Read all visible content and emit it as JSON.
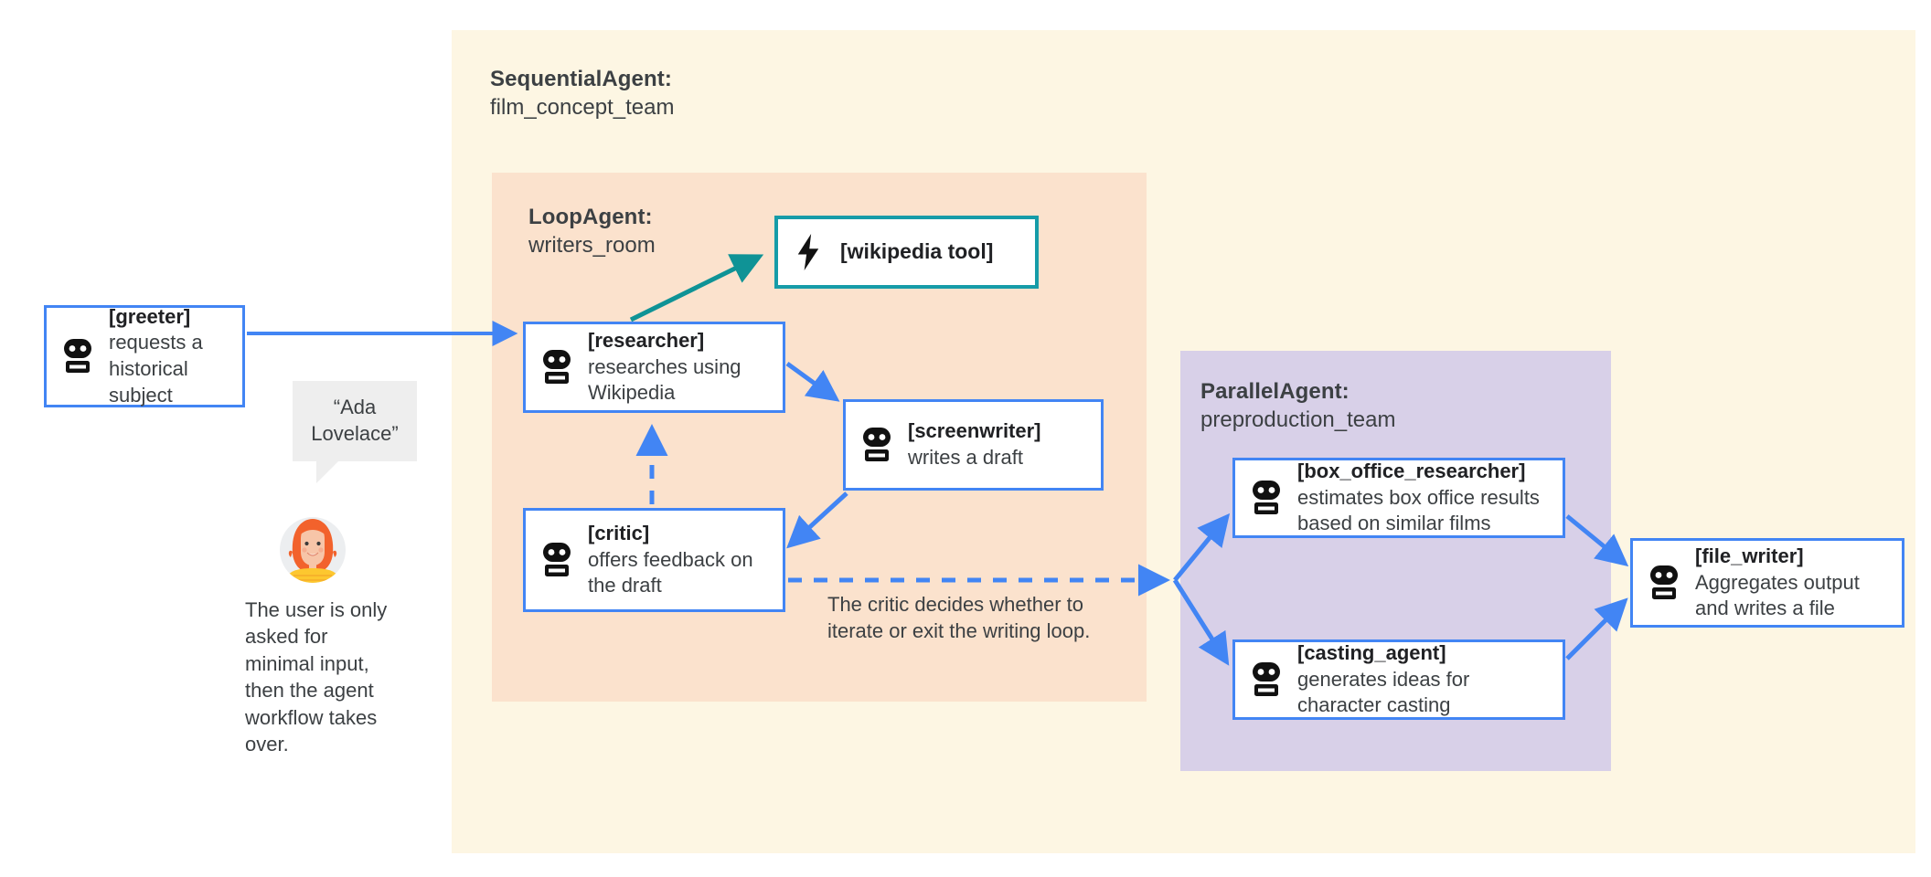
{
  "containers": {
    "sequential": {
      "title": "SequentialAgent:",
      "name": "film_concept_team",
      "color": "#fdf6e3"
    },
    "loop": {
      "title": "LoopAgent:",
      "name": "writers_room",
      "color": "#fbe2cd"
    },
    "parallel": {
      "title": "ParallelAgent:",
      "name": "preproduction_team",
      "color": "#d8d0e8"
    }
  },
  "nodes": {
    "greeter": {
      "title": "[greeter]",
      "desc": "requests a historical subject",
      "icon": "robot-icon",
      "border": "#4285f4"
    },
    "researcher": {
      "title": "[researcher]",
      "desc": "researches using Wikipedia",
      "icon": "robot-icon",
      "border": "#4285f4"
    },
    "wikipedia": {
      "title": "[wikipedia tool]",
      "desc": "",
      "icon": "lightning-bolt-icon",
      "border": "#169ca8"
    },
    "screenwriter": {
      "title": "[screenwriter]",
      "desc": "writes a draft",
      "icon": "robot-icon",
      "border": "#4285f4"
    },
    "critic": {
      "title": "[critic]",
      "desc": "offers feedback on the draft",
      "icon": "robot-icon",
      "border": "#4285f4"
    },
    "box_office": {
      "title": "[box_office_researcher]",
      "desc": "estimates box office results based on similar films",
      "icon": "robot-icon",
      "border": "#4285f4"
    },
    "casting": {
      "title": "[casting_agent]",
      "desc": "generates ideas for character casting",
      "icon": "robot-icon",
      "border": "#4285f4"
    },
    "file_writer": {
      "title": "[file_writer]",
      "desc": "Aggregates output and writes a file",
      "icon": "robot-icon",
      "border": "#4285f4"
    }
  },
  "speech_bubble": {
    "text": "“Ada Lovelace”"
  },
  "captions": {
    "user": "The user is only asked for minimal input, then the agent workflow takes over.",
    "loop": "The critic decides whether to iterate or exit the writing loop."
  },
  "colors": {
    "arrow_blue": "#4285f4",
    "arrow_teal": "#0f9396",
    "node_border_blue": "#4285f4",
    "tool_border_teal": "#169ca8",
    "text": "#3c4043",
    "bubble_gray": "#eeeeee",
    "avatar_hair": "#f2622c",
    "avatar_skin": "#f7c5a8",
    "avatar_shirt": "#fdc72f",
    "avatar_bg": "#eceef0"
  }
}
